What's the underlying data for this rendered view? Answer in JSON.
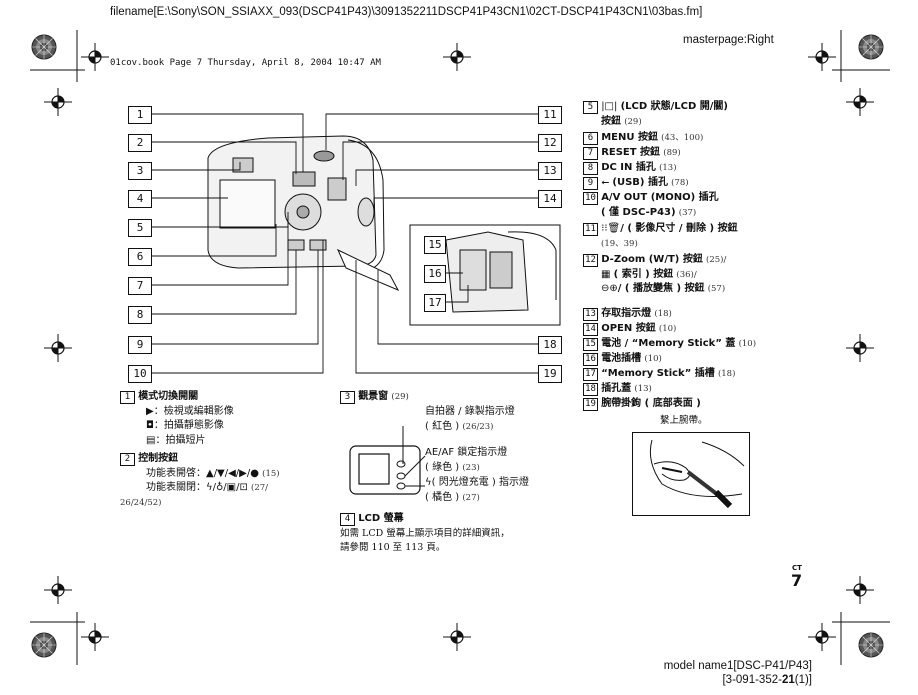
{
  "header": {
    "filename": "filename[E:\\Sony\\SON_SSIAXX_093(DSCP41P43)\\3091352211DSCP41P43CN1\\02CT-DSCP41P43CN1\\03bas.fm]",
    "masterpage": "masterpage:Right",
    "book_line": "01cov.book  Page 7  Thursday, April 8, 2004  10:47 AM"
  },
  "footer": {
    "model": "model name1[DSC-P41/P43]",
    "code_pre": "[3-091-352-",
    "code_bold": "21",
    "code_post": "(1)]"
  },
  "page": {
    "lang": "CT",
    "number": "7"
  },
  "callouts": [
    "1",
    "2",
    "3",
    "4",
    "5",
    "6",
    "7",
    "8",
    "9",
    "10",
    "11",
    "12",
    "13",
    "14",
    "15",
    "16",
    "17",
    "18",
    "19"
  ],
  "left_list": {
    "item1": {
      "num": "1",
      "title": "模式切換開關",
      "sub": [
        "：檢視或編輯影像",
        "：拍攝靜態影像",
        "：拍攝短片"
      ]
    },
    "item2": {
      "num": "2",
      "title": "控制按鈕",
      "line1": "功能表開啓：▲/▼/◀/▶/●",
      "line1_ref": "(15)",
      "line2": "功能表關閉：",
      "line2_ref": "(27/",
      "line3_ref": "26/24/52)"
    }
  },
  "mid_list": {
    "item3": {
      "num": "3",
      "title": "觀景窗",
      "ref": "(29)"
    },
    "lamp1": "自拍器 / 錄製指示燈",
    "lamp1b": "( 紅色 )",
    "lamp1_ref": "(26/23)",
    "lamp2": "AE/AF 鎖定指示燈",
    "lamp2b": "( 綠色 )",
    "lamp2_ref": "(23)",
    "lamp3": "( 閃光燈充電 ) 指示燈",
    "lamp3b": "( 橘色 )",
    "lamp3_ref": "(27)",
    "item4": {
      "num": "4",
      "title": "LCD 螢幕",
      "desc1": "如需 LCD 螢幕上顯示項目的詳細資訊，",
      "desc2": "請參閱 110 至 113 頁。"
    }
  },
  "right_list": [
    {
      "num": "5",
      "text": "(LCD 狀態/LCD 開/關)",
      "text2": "按鈕",
      "ref2": "(29)"
    },
    {
      "num": "6",
      "text": "MENU 按鈕",
      "ref": "(43、100)"
    },
    {
      "num": "7",
      "text": "RESET 按鈕",
      "ref": "(89)"
    },
    {
      "num": "8",
      "text": "DC IN 插孔",
      "ref": "(13)"
    },
    {
      "num": "9",
      "text": "(USB) 插孔",
      "ref": "(78)"
    },
    {
      "num": "10",
      "text": "A/V OUT (MONO) 插孔",
      "text2": "( 僅 DSC-P43)",
      "ref2": "(37)"
    },
    {
      "num": "11",
      "text": "/  ( 影像尺寸 / 刪除 ) 按鈕",
      "text2": "",
      "ref2": "(19、39)"
    },
    {
      "num": "12",
      "text": "D-Zoom (W/T) 按鈕",
      "ref": "(25)/",
      "text2": "( 索引 ) 按鈕",
      "ref2": "(36)/",
      "text3": "/  ( 播放變焦 ) 按鈕",
      "ref3": "(57)"
    },
    {
      "num": "13",
      "text": "存取指示燈",
      "ref": "(18)"
    },
    {
      "num": "14",
      "text": "OPEN 按鈕",
      "ref": "(10)"
    },
    {
      "num": "15",
      "text": "電池 / “Memory Stick” 蓋",
      "ref": "(10)"
    },
    {
      "num": "16",
      "text": "電池插槽",
      "ref": "(10)"
    },
    {
      "num": "17",
      "text": "“Memory Stick” 插槽",
      "ref": "(18)"
    },
    {
      "num": "18",
      "text": "插孔蓋",
      "ref": "(13)"
    },
    {
      "num": "19",
      "text": "腕帶掛鉤 ( 底部表面 )"
    }
  ],
  "strap_caption": "繫上腕帶。"
}
